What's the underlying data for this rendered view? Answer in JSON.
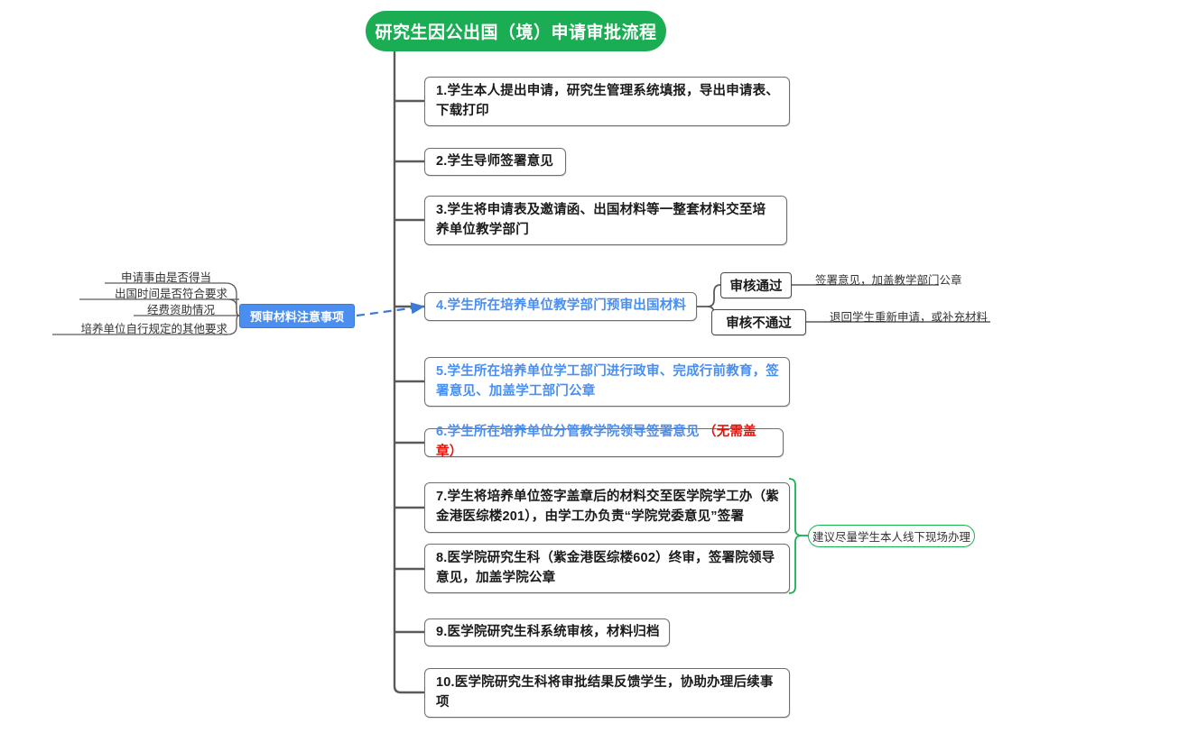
{
  "root": {
    "title": "研究生因公出国（境）申请审批流程",
    "color": "#1BAD54"
  },
  "steps": [
    {
      "id": 1,
      "text": "1.学生本人提出申请，研究生管理系统填报，导出申请表、下载打印",
      "style": "normal"
    },
    {
      "id": 2,
      "text": "2.学生导师签署意见",
      "style": "normal"
    },
    {
      "id": 3,
      "text": "3.学生将申请表及邀请函、出国材料等一整套材料交至培养单位教学部门",
      "style": "normal"
    },
    {
      "id": 4,
      "text": "4.学生所在培养单位教学部门预审出国材料",
      "style": "blue"
    },
    {
      "id": 5,
      "text": "5.学生所在培养单位学工部门进行政审、完成行前教育，签署意见、加盖学工部门公章",
      "style": "blue"
    },
    {
      "id": 6,
      "text": "6.学生所在培养单位分管教学院领导签署意见 ",
      "suffix": "（无需盖章）",
      "style": "blue",
      "suffix_color": "#e8130a"
    },
    {
      "id": 7,
      "text": "7.学生将培养单位签字盖章后的材料交至医学院学工办（紫金港医综楼201），由学工办负责“学院党委意见”签署",
      "style": "normal"
    },
    {
      "id": 8,
      "text": "8.医学院研究生科（紫金港医综楼602）终审，签署院领导意见，加盖学院公章",
      "style": "normal"
    },
    {
      "id": 9,
      "text": "9.医学院研究生科系统审核，材料归档",
      "style": "normal"
    },
    {
      "id": 10,
      "text": "10.医学院研究生科将审批结果反馈学生，协助办理后续事项",
      "style": "normal"
    }
  ],
  "review_branches": [
    {
      "id": "pass",
      "label": "审核通过",
      "outcome": "签署意见，加盖教学部门公章"
    },
    {
      "id": "fail",
      "label": "审核不通过",
      "outcome": "退回学生重新申请，或补充材料"
    }
  ],
  "prereview_note": {
    "title": "预审材料注意事项",
    "color": "#4a8ef0",
    "items": [
      "申请事由是否得当",
      "出国时间是否符合要求",
      "经费资助情况",
      "培养单位自行规定的其他要求"
    ]
  },
  "offline_note": {
    "text": "建议尽量学生本人线下现场办理",
    "color": "#18b34f"
  }
}
